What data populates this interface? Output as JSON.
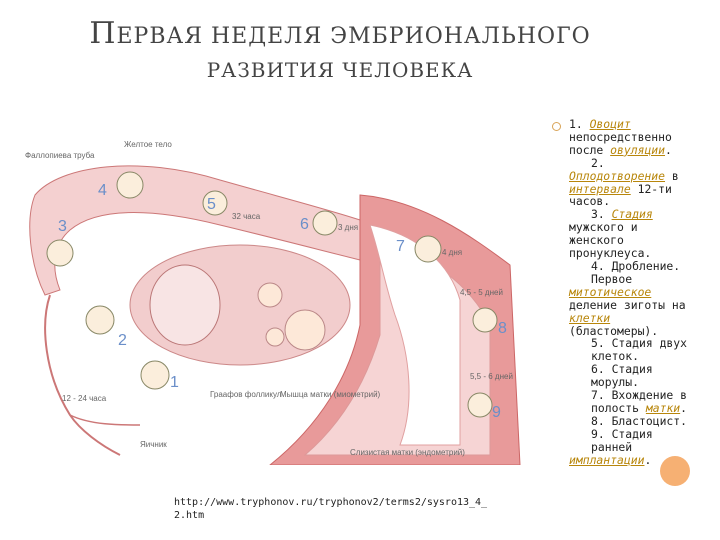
{
  "title": {
    "line1_cap": "П",
    "line1_rest": "ЕРВАЯ НЕДЕЛЯ ЭМБРИОНАЛЬНОГО",
    "line2": "РАЗВИТИЯ ЧЕЛОВЕКА"
  },
  "diagram": {
    "labels": {
      "fimbria": "Фаллопиева труба",
      "corpus_luteum": "Желтое тело",
      "h32": "32 часа",
      "d3": "3 дня",
      "d4": "4 дня",
      "d45": "4,5 - 5 дней",
      "d556": "5,5 - 6 дней",
      "h1224": "12 - 24 часа",
      "graaf": "Граафов фолликул",
      "myometrium": "Мышца матки (миометрий)",
      "endometrium": "Слизистая матки (эндометрий)",
      "ovary": "Яичник"
    },
    "numbers": [
      "1",
      "2",
      "3",
      "4",
      "5",
      "6",
      "7",
      "8",
      "9"
    ]
  },
  "text": {
    "p1_num": "1.",
    "p1_link": "Овоцит",
    "p1_rest": "непосредственно после",
    "p1_link2": "овуляции",
    "p1_end": ".",
    "p2_num": "2.",
    "p2_link": "Оплодотворение",
    "p2_mid": "в",
    "p2_link2": "интервале",
    "p2_rest": "12-ти часов.",
    "p3_num": "3.",
    "p3_link": "Стадия",
    "p3_rest": "мужского и женского пронуклеуса.",
    "p4": "4. Дробление. Первое",
    "p4_link": "митотическое",
    "p4_mid": "деление зиготы на",
    "p4_link2": "клетки",
    "p4_rest": "(бластомеры).",
    "p5": "5. Стадия двух клеток.",
    "p6": "6. Стадия морулы.",
    "p7": "7. Вхождение в полость",
    "p7_link": "матки",
    "p7_end": ".",
    "p8": "8. Бластоцист.",
    "p9": "9. Стадия ранней",
    "p9_link": "имплантации",
    "p9_end": "."
  },
  "url": "http://www.tryphonov.ru/tryphonov2/terms2/sysro13_4_2.htm",
  "colors": {
    "tube_pink": "#e8b4b4",
    "muscle": "#e89090",
    "endometrium": "#f2c8c8",
    "number_blue": "#6b8fc9",
    "link": "#b8860b",
    "accent_dot": "#f5a25a"
  }
}
